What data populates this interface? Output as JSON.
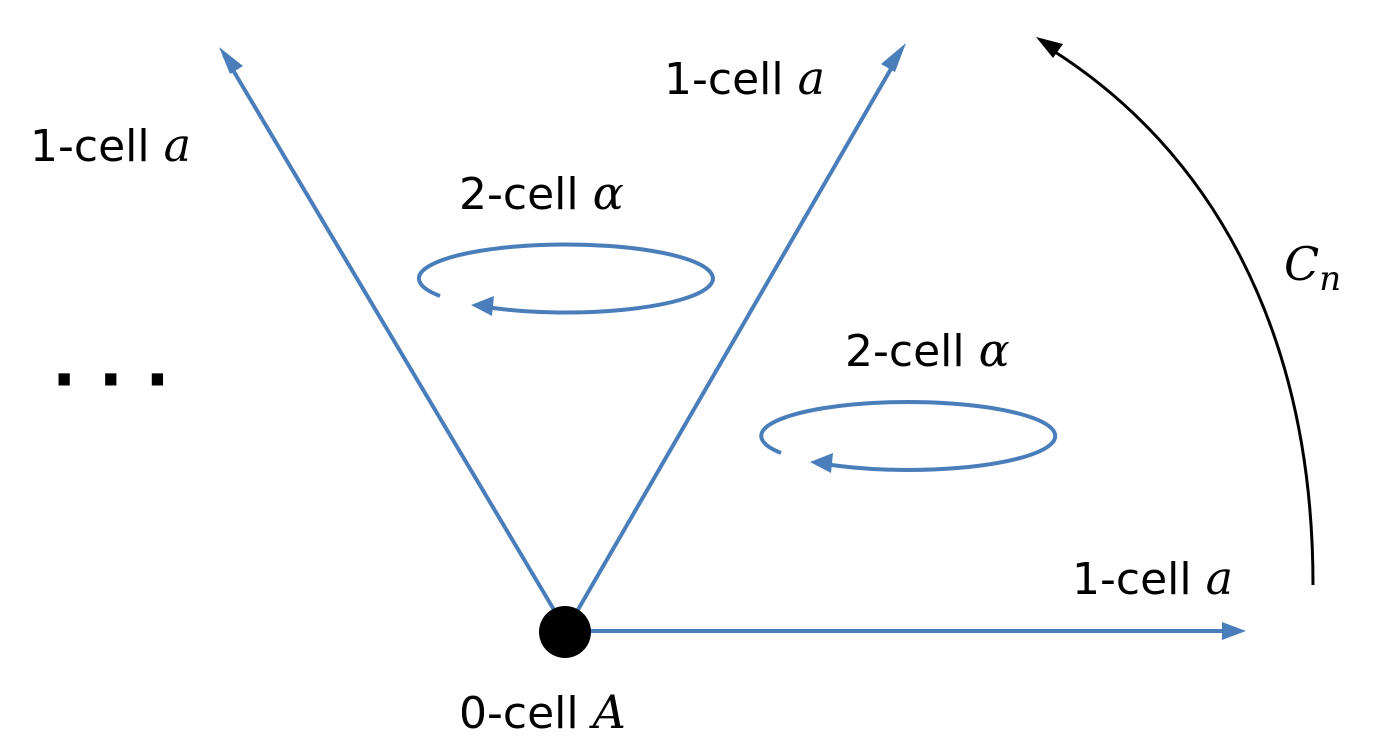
{
  "colors": {
    "edge": "#4a7ebb",
    "rotation_arrow": "#000000",
    "vertex": "#000000",
    "text": "#000000"
  },
  "labels": {
    "one_cell_left": {
      "prefix": "1-cell ",
      "symbol": "a"
    },
    "one_cell_middle": {
      "prefix": "1-cell ",
      "symbol": "a"
    },
    "one_cell_right": {
      "prefix": "1-cell ",
      "symbol": "a"
    },
    "two_cell_upper": {
      "prefix": "2-cell ",
      "symbol": "α"
    },
    "two_cell_lower": {
      "prefix": "2-cell ",
      "symbol": "α"
    },
    "zero_cell": {
      "prefix": "0-cell ",
      "symbol": "A"
    },
    "rotation": {
      "symbol": "C",
      "subscript": "n"
    },
    "ellipsis": "· · ·"
  }
}
